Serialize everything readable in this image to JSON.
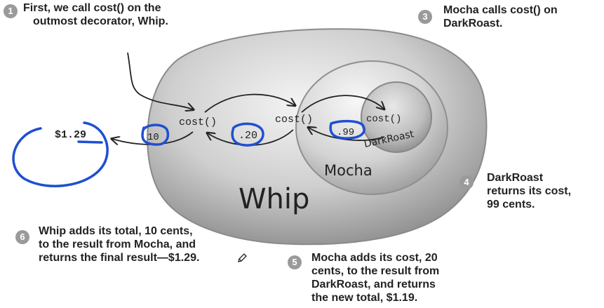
{
  "callouts": {
    "c1": {
      "number": "1",
      "line1": "First, we call cost() on the",
      "line2": "outmost decorator, Whip."
    },
    "c3": {
      "number": "3",
      "line1": "Mocha calls cost() on",
      "line2": "DarkRoast."
    },
    "c4": {
      "number": "4",
      "line1": "DarkRoast",
      "line2": "returns its cost,",
      "line3": "99 cents."
    },
    "c5": {
      "number": "5",
      "line1": "Mocha adds its cost, 20",
      "line2": "cents, to the result from",
      "line3": "DarkRoast, and returns",
      "line4": "the new total, $1.19."
    },
    "c6": {
      "number": "6",
      "line1": "Whip adds its total, 10 cents,",
      "line2": "to the result from Mocha, and",
      "line3": "returns the final result—$1.29."
    }
  },
  "diagram": {
    "labels": {
      "whip": "Whip",
      "mocha": "Mocha",
      "darkroast": "DarkRoast",
      "cost_whip": "cost()",
      "cost_mocha": "cost()",
      "cost_darkroast": "cost()",
      "value_whip": "10",
      "value_mocha": ".20",
      "value_darkroast": ".99",
      "final_total": "$1.29"
    },
    "colors": {
      "annotation_blue": "#1f4fd1",
      "bubble_gray": "#cfcfcf",
      "ink": "#222222"
    }
  }
}
